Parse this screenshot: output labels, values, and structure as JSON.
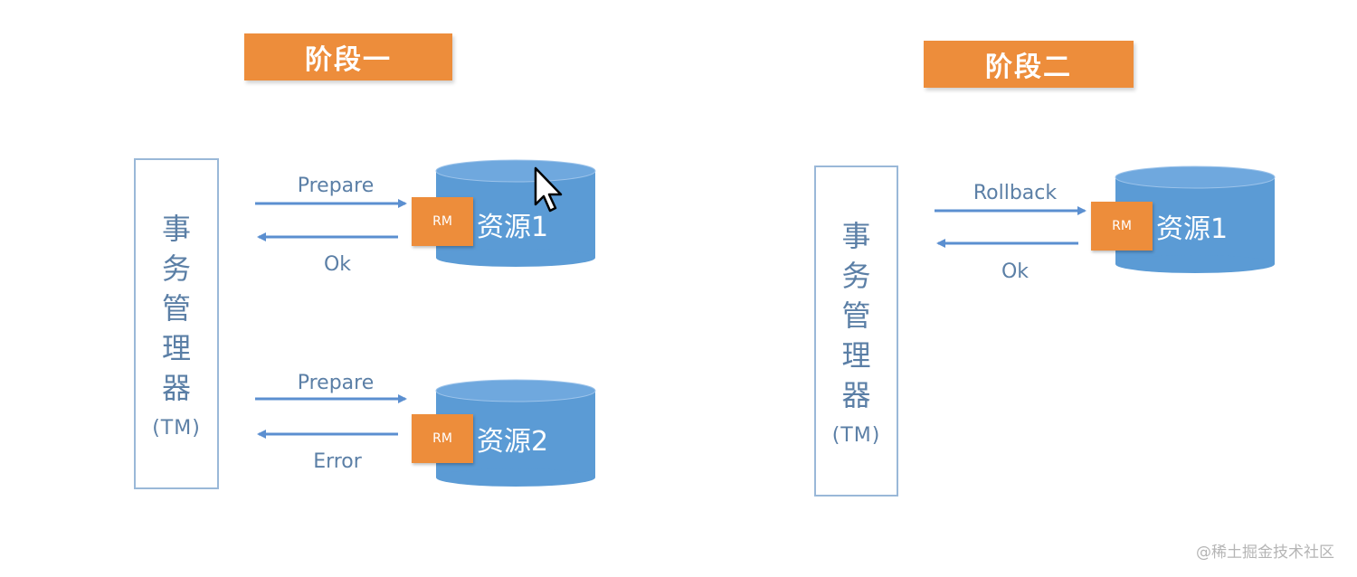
{
  "phase1": {
    "title": "阶段一",
    "tm": {
      "chars": [
        "事",
        "务",
        "管",
        "理",
        "器"
      ],
      "abbr": "(TM)"
    },
    "resources": [
      {
        "label": "资源1",
        "rm": "RM",
        "request": "Prepare",
        "response": "Ok"
      },
      {
        "label": "资源2",
        "rm": "RM",
        "request": "Prepare",
        "response": "Error"
      }
    ]
  },
  "phase2": {
    "title": "阶段二",
    "tm": {
      "chars": [
        "事",
        "务",
        "管",
        "理",
        "器"
      ],
      "abbr": "(TM)"
    },
    "resources": [
      {
        "label": "资源1",
        "rm": "RM",
        "request": "Rollback",
        "response": "Ok"
      }
    ]
  },
  "watermark": "@稀土掘金技术社区",
  "colors": {
    "orange": "#ed8d3b",
    "blue": "#5b9bd5",
    "text_blue": "#5b7fa6",
    "arrow_blue": "#5b8fd0"
  }
}
